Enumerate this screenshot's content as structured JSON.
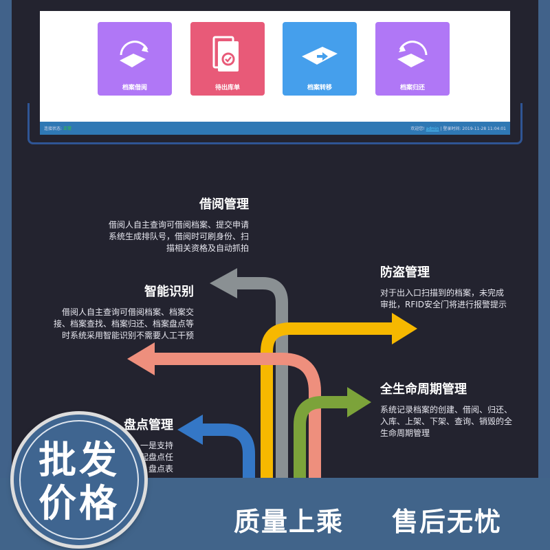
{
  "app": {
    "tiles": [
      {
        "label": "档案借阅",
        "color": "#b077f6",
        "icon": "book-borrow-icon"
      },
      {
        "label": "待出库单",
        "color": "#e85a78",
        "icon": "document-check-icon"
      },
      {
        "label": "档案转移",
        "color": "#459fec",
        "icon": "book-transfer-icon"
      },
      {
        "label": "档案归还",
        "color": "#b077f6",
        "icon": "book-return-icon"
      }
    ],
    "status": {
      "connection_label": "连接状态:",
      "connection_value": "正常",
      "welcome": "欢迎您!",
      "user": "admin",
      "login_label": "| 登录时间:",
      "login_time": "2019-11-28 11:04:01"
    }
  },
  "sections": [
    {
      "title": "借阅管理",
      "text": "借阅人自主查询可借阅档案、提交申请\n系统生成排队号，借阅时可刷身份、扫\n描相关资格及自动抓拍"
    },
    {
      "title": "防盗管理",
      "text": "对于出入口扫描到的档案，未完成\n审批，RFID安全门将进行报警提示"
    },
    {
      "title": "智能识别",
      "text": "借阅人自主查询可借阅档案、档案交\n接、档案查找、档案归还、档案盘点等\n时系统采用智能识别不需要人工干预"
    },
    {
      "title": "全生命周期管理",
      "text": "系统记录档案的创建、借阅、归还、\n入库、上架、下架、查询、销毁的全\n生命周期管理"
    },
    {
      "title": "盘点管理",
      "text": "一是支持\n起盘点任\n盘点表"
    }
  ],
  "badge": {
    "line1": "批发",
    "line2": "价格"
  },
  "slogans": [
    "质量上乘",
    "售后无忧"
  ]
}
